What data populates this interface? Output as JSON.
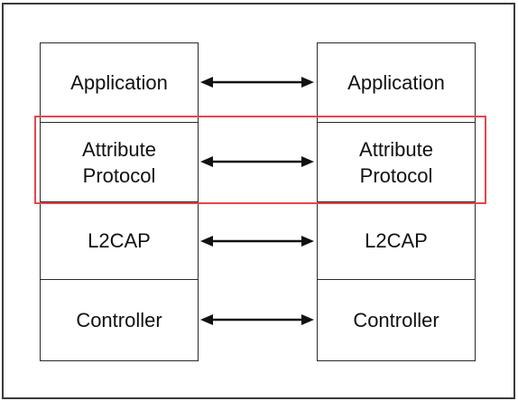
{
  "diagram": {
    "left_stack": {
      "layers": [
        {
          "label": "Application"
        },
        {
          "label": "Attribute\nProtocol"
        },
        {
          "label": "L2CAP"
        },
        {
          "label": "Controller"
        }
      ]
    },
    "right_stack": {
      "layers": [
        {
          "label": "Application"
        },
        {
          "label": "Attribute\nProtocol"
        },
        {
          "label": "L2CAP"
        },
        {
          "label": "Controller"
        }
      ]
    },
    "connections": [
      {
        "from": "Application",
        "to": "Application",
        "type": "bidirectional"
      },
      {
        "from": "Attribute Protocol",
        "to": "Attribute Protocol",
        "type": "bidirectional"
      },
      {
        "from": "L2CAP",
        "to": "L2CAP",
        "type": "bidirectional"
      },
      {
        "from": "Controller",
        "to": "Controller",
        "type": "bidirectional"
      }
    ],
    "highlighted_layer": "Attribute Protocol",
    "colors": {
      "border": "#2a2a2a",
      "text": "#111111",
      "arrow": "#111111",
      "highlight": "#e8454a",
      "background": "#ffffff"
    }
  }
}
